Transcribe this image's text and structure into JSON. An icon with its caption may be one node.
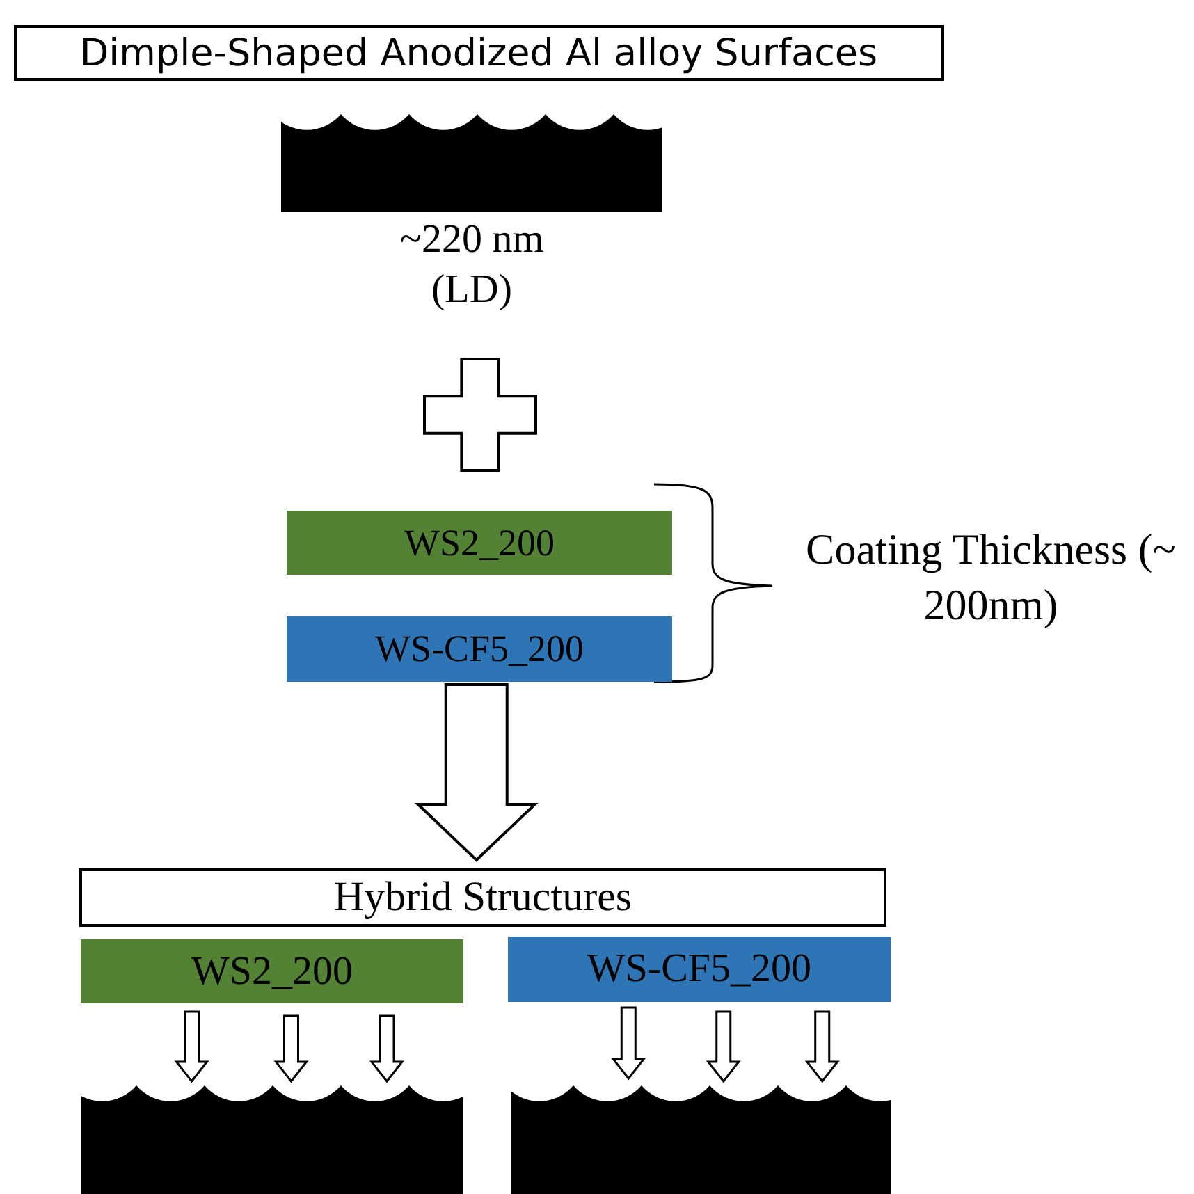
{
  "diagram": {
    "nodes": [
      {
        "text": [
          "Dimple-Shaped Anodized Al alloy Surfaces"
        ]
      },
      {
        "text": [],
        "shape": "picture",
        "beside": [
          "~220 nm (LD)"
        ]
      },
      {
        "text": [],
        "shape": "plus"
      },
      {
        "text": [
          "WS2_200"
        ]
      },
      {
        "text": [
          "WS-CF5_200"
        ]
      },
      {
        "text": [
          "Hybrid Structures"
        ]
      },
      {
        "text": [
          "WS2_200"
        ]
      },
      {
        "text": [
          "WS-CF5_200"
        ]
      },
      {
        "text": [],
        "shape": "picture"
      },
      {
        "text": [],
        "shape": "picture"
      }
    ],
    "edges": [
      {
        "from": 4,
        "to": 5,
        "arrow": "to",
        "style": "thick"
      },
      {
        "from": 6,
        "to": 8,
        "arrow": "to"
      },
      {
        "from": 6,
        "to": 8,
        "arrow": "to"
      },
      {
        "from": 6,
        "to": 8,
        "arrow": "to"
      },
      {
        "from": 7,
        "to": 9,
        "arrow": "to"
      },
      {
        "from": 7,
        "to": 9,
        "arrow": "to"
      },
      {
        "from": 7,
        "to": 9,
        "arrow": "to"
      }
    ],
    "labels": [
      "Coating Thickness (~ 200nm)"
    ]
  }
}
